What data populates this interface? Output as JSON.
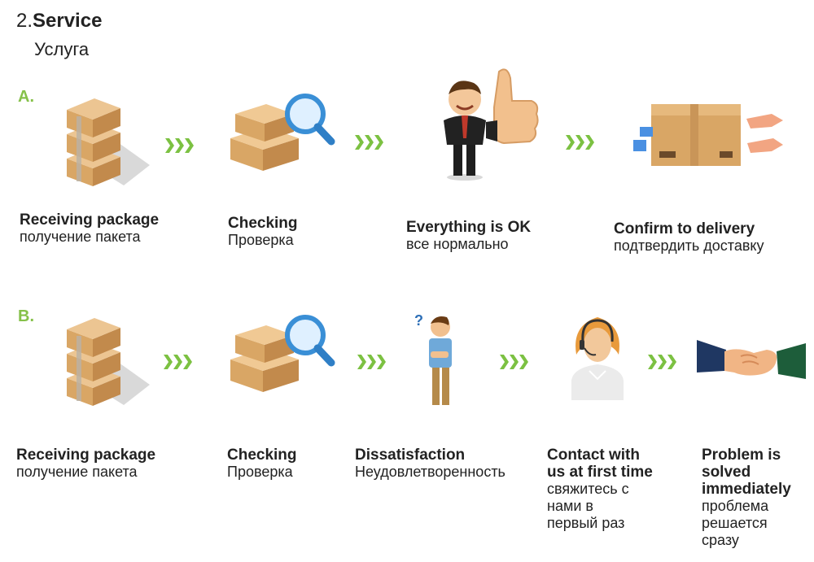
{
  "header": {
    "number": "2.",
    "title": "Service",
    "subtitle": "Услуга"
  },
  "colors": {
    "arrow": "#7cc142",
    "row_label": "#86c14a",
    "box": "#e2b47c"
  },
  "row_a": {
    "label": "A.",
    "steps": [
      {
        "en": "Receiving package",
        "ru": "получение пакета",
        "icon": "stacked-boxes-icon"
      },
      {
        "en": "Checking",
        "ru": "Проверка",
        "icon": "box-magnifier-icon"
      },
      {
        "en": "Everything is OK",
        "ru": "все нормально",
        "icon": "thumbs-up-man-icon"
      },
      {
        "en": "Confirm to delivery",
        "ru": "подтвердить доставку",
        "icon": "hands-box-delivery-icon"
      }
    ]
  },
  "row_b": {
    "label": "B.",
    "steps": [
      {
        "en": "Receiving package",
        "ru": "получение пакета",
        "icon": "stacked-boxes-icon"
      },
      {
        "en": "Checking",
        "ru": "Проверка",
        "icon": "box-magnifier-icon"
      },
      {
        "en": "Dissatisfaction",
        "ru": "Неудовлетворенность",
        "icon": "confused-man-icon"
      },
      {
        "en1": "Contact with",
        "en2": "us at first time",
        "ru1": "свяжитесь с",
        "ru2": "нами в",
        "ru3": "первый раз",
        "icon": "support-operator-icon"
      },
      {
        "en1": "Problem is",
        "en2": "solved",
        "en3": "immediately",
        "ru1": "проблема",
        "ru2": "решается",
        "ru3": "сразу",
        "icon": "handshake-icon"
      }
    ]
  }
}
